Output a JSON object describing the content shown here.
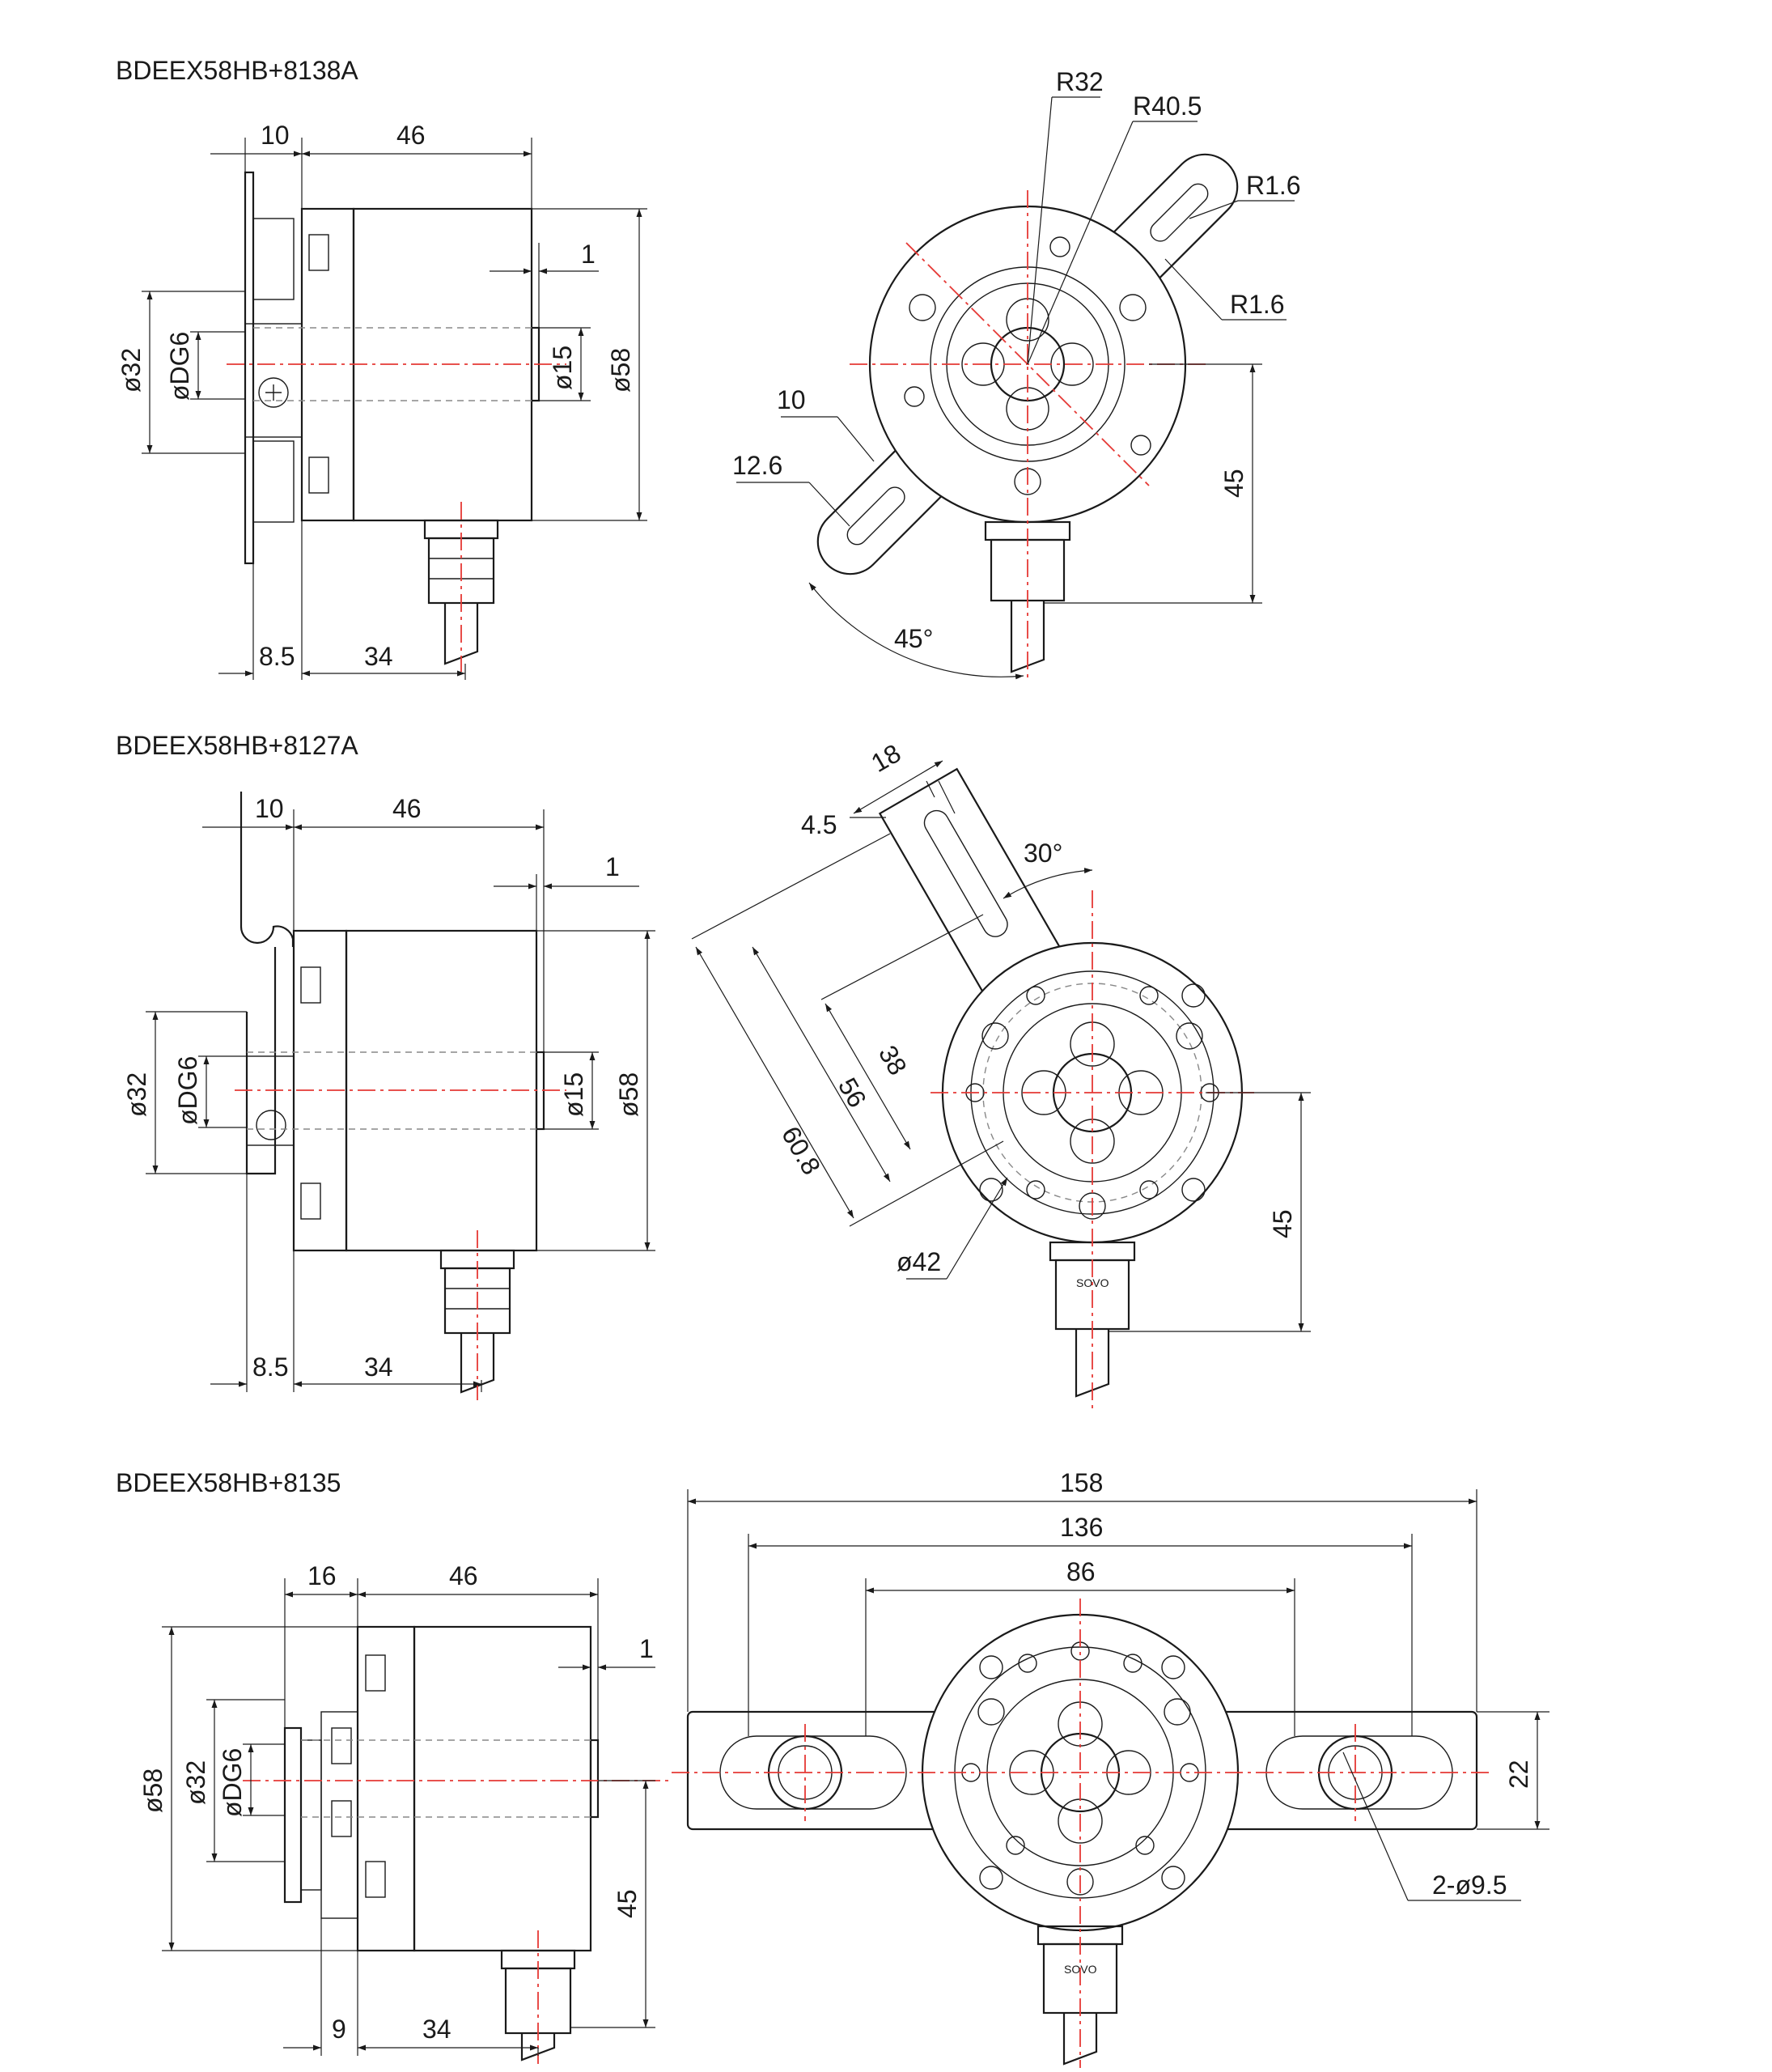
{
  "drawings": [
    {
      "title": "BDEEX58HB+8138A",
      "side_dims": {
        "flange": "10",
        "length": "46",
        "offset": "1",
        "d_outer": "ø32",
        "d_shaft": "øDG6",
        "d_spigot": "ø15",
        "d_body": "ø58",
        "bottom_a": "8.5",
        "bottom_b": "34"
      },
      "front_dims": {
        "r_inner": "R32",
        "r_outer": "R40.5",
        "r_slot_top": "R1.6",
        "r_slot_bottom": "R1.6",
        "slot_w": "10",
        "slot_l": "12.6",
        "angle": "45°",
        "height": "45"
      }
    },
    {
      "title": "BDEEX58HB+8127A",
      "side_dims": {
        "flange": "10",
        "length": "46",
        "offset": "1",
        "d_outer": "ø32",
        "d_shaft": "øDG6",
        "d_spigot": "ø15",
        "d_body": "ø58",
        "bottom_a": "8.5",
        "bottom_b": "34"
      },
      "front_dims": {
        "arm_w": "18",
        "slot_w": "4.5",
        "angle": "30°",
        "len_a": "60.8",
        "len_b": "56",
        "len_c": "38",
        "pcd": "ø42",
        "height": "45",
        "gland_mark": "SOVO"
      }
    },
    {
      "title": "BDEEX58HB+8135",
      "side_dims": {
        "flange": "16",
        "length": "46",
        "offset": "1",
        "d_body": "ø58",
        "d_outer": "ø32",
        "d_shaft": "øDG6",
        "height": "45",
        "bottom_a": "9",
        "bottom_b": "34"
      },
      "front_dims": {
        "overall": "158",
        "holes_outer": "136",
        "holes_inner": "86",
        "thickness": "22",
        "holes": "2-ø9.5",
        "gland_mark": "SOVO"
      }
    }
  ]
}
